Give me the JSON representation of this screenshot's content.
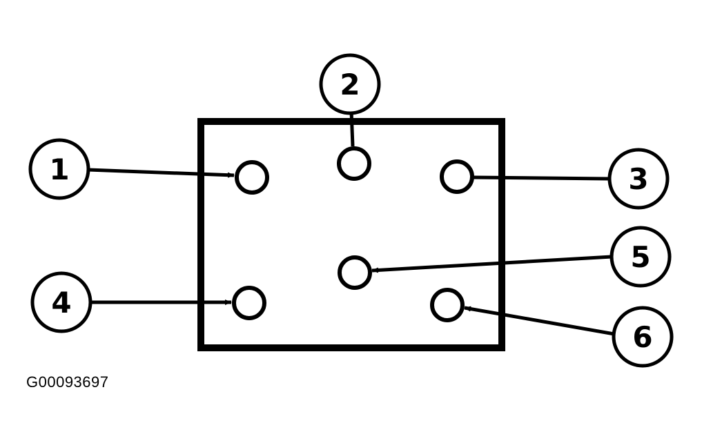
{
  "diagram": {
    "callouts": [
      {
        "id": "1",
        "label": "1"
      },
      {
        "id": "2",
        "label": "2"
      },
      {
        "id": "3",
        "label": "3"
      },
      {
        "id": "4",
        "label": "4"
      },
      {
        "id": "5",
        "label": "5"
      },
      {
        "id": "6",
        "label": "6"
      }
    ],
    "figure_id": "G00093697",
    "colors": {
      "ink": "#000000",
      "background": "#ffffff"
    }
  }
}
